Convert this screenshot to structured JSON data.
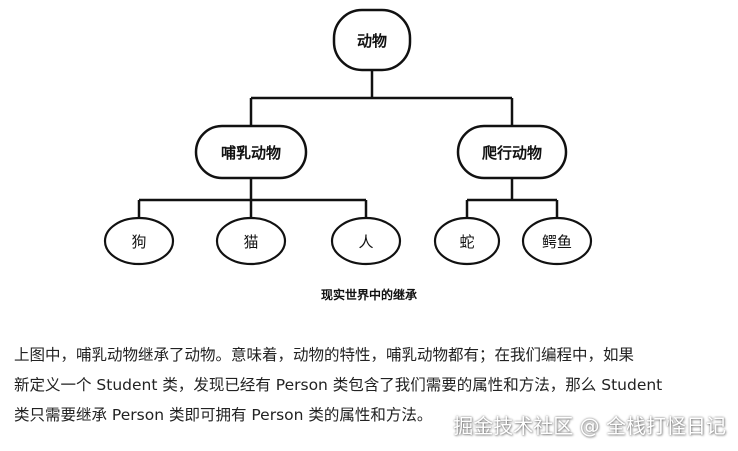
{
  "diagram": {
    "nodes": {
      "root": "动物",
      "mammal": "哺乳动物",
      "reptile": "爬行动物",
      "dog": "狗",
      "cat": "猫",
      "human": "人",
      "snake": "蛇",
      "crocodile": "鳄鱼"
    },
    "caption": "现实世界中的继承"
  },
  "paragraph": {
    "lines": [
      "上图中，哺乳动物继承了动物。意味着，动物的特性，哺乳动物都有；在我们编程中，如果",
      "新定义一个 Student 类，发现已经有 Person 类包含了我们需要的属性和方法，那么 Student",
      "类只需要继承 Person 类即可拥有 Person 类的属性和方法。"
    ]
  },
  "watermark": "掘金技术社区 @ 全栈打怪日记"
}
